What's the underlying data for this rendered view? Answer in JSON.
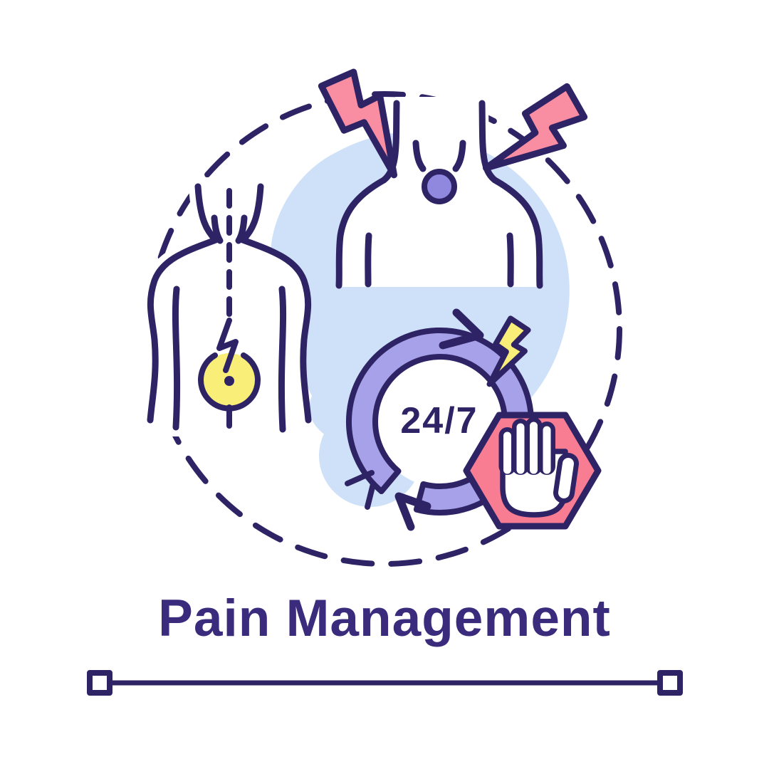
{
  "title": "Pain Management",
  "badge_24_7": "24/7",
  "illustration": {
    "concept": "pain management",
    "elements": [
      "dashed-boundary-circle",
      "back-view-body-figure-with-spine-pain-point",
      "front-view-torso-figure-with-neck-pain",
      "pain-lightning-left",
      "pain-lightning-right",
      "24-7-cycle-arrows-badge",
      "flare-lightning",
      "stop-hand-hexagon",
      "divider-line-with-square-ends"
    ]
  },
  "colors": {
    "outline": "#2e2365",
    "title": "#3a2b7c",
    "pink_bolt": "#f98da1",
    "pink_hexagon": "#f87d92",
    "yellow": "#f8ee78",
    "periwinkle": "#a6a1e8",
    "light_blue": "#cfe1f8",
    "chest_purple": "#8f88de",
    "white": "#ffffff"
  }
}
